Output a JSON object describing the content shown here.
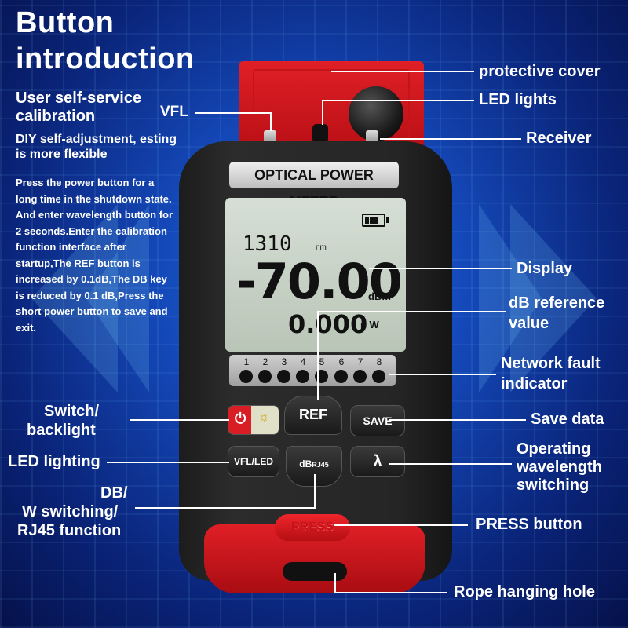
{
  "header": {
    "title_line1": "Button",
    "title_line2": "introduction",
    "subtitle": "User self-service calibration",
    "subtitle2": "DIY self-adjustment, esting is more flexible",
    "instructions": "Press the power button for a long time in the shutdown state. And enter wavelength button for 2 seconds.Enter the calibration function interface after startup,The REF button is increased by 0.1dB,The DB key is reduced by 0.1 dB,Press the short power button to save and exit."
  },
  "labels": {
    "protective_cover": "protective cover",
    "led_lights": "LED lights",
    "vfl": "VFL",
    "receiver": "Receiver",
    "display": "Display",
    "db_reference_line1": "dB reference",
    "db_reference_line2": "value",
    "network_fault_line1": "Network fault",
    "network_fault_line2": "indicator",
    "switch_line1": "Switch/",
    "switch_line2": "backlight",
    "save_data": "Save data",
    "led_lighting": "LED lighting",
    "operating_line1": "Operating",
    "operating_line2": "wavelength",
    "operating_line3": "switching",
    "dbw_line1": "DB/",
    "dbw_line2": "W switching/",
    "dbw_line3": "RJ45 function",
    "press_button": "PRESS button",
    "rope_hole": "Rope hanging hole"
  },
  "device": {
    "brand": "OPTICAL POWER METER",
    "wavelength": "1310",
    "wavelength_unit": "nm",
    "power": "-70.00",
    "power_unit": "dBm",
    "nw_value": "0.000",
    "nw_unit": "n W",
    "ports": [
      "1",
      "2",
      "3",
      "4",
      "5",
      "6",
      "7",
      "8"
    ],
    "btn_ref": "REF",
    "btn_save": "SAVE",
    "btn_vfl": "VFL/LED",
    "btn_db": "dB",
    "btn_db_sub": "RJ45",
    "btn_lambda": "λ",
    "btn_press": "PRESS"
  },
  "colors": {
    "background": "#1448b8",
    "device_red": "#e01f26",
    "device_body": "#252525",
    "screen": "#c9d3c7"
  }
}
